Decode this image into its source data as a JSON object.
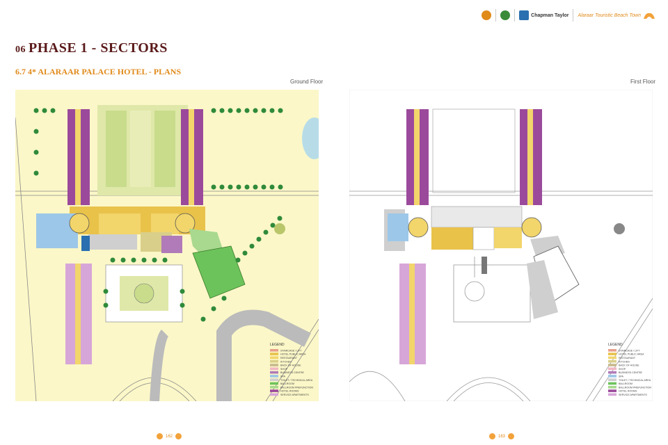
{
  "header": {
    "section_number": "06",
    "section_title": "PHASE 1 - SECTORS",
    "subsection": "6.7 4* ALARAAR PALACE HOTEL - PLANS",
    "logos": [
      {
        "name": "Chapman Taylor"
      },
      {
        "name": "Alaraar Touristic Beach Town"
      }
    ]
  },
  "plans": [
    {
      "label": "Ground Floor",
      "page": "162"
    },
    {
      "label": "First Floor",
      "page": "163"
    }
  ],
  "legend": {
    "title": "LEGEND",
    "items": [
      {
        "label": "STAIRCASE / LIFT",
        "color": "#e8a08a"
      },
      {
        "label": "HOTEL PUBLIC AREA",
        "color": "#e9c24a"
      },
      {
        "label": "RESTAURANT",
        "color": "#f2d56b"
      },
      {
        "label": "KITCHEN",
        "color": "#d9cf8a"
      },
      {
        "label": "BACK OF HOUSE",
        "color": "#c7b98c"
      },
      {
        "label": "SHOP",
        "color": "#f0b6c4"
      },
      {
        "label": "BUSINESS CENTRE",
        "color": "#b07bb8"
      },
      {
        "label": "SPA",
        "color": "#9dc7e8"
      },
      {
        "label": "TOILET / TECHNICAL AREA",
        "color": "#cfcfcf"
      },
      {
        "label": "BALLROOM",
        "color": "#6cc35b"
      },
      {
        "label": "BALLROOM PREFUNCTION",
        "color": "#a8d98e"
      },
      {
        "label": "HOTEL ROOMS",
        "color": "#9b4a9b"
      },
      {
        "label": "SERVICE APARTMENTS",
        "color": "#d7a6d8"
      }
    ]
  },
  "colors": {
    "title": "#5a1a1a",
    "accent": "#e08a1a",
    "ground_bg": "#fbf7c8",
    "first_bg": "#ffffff"
  }
}
